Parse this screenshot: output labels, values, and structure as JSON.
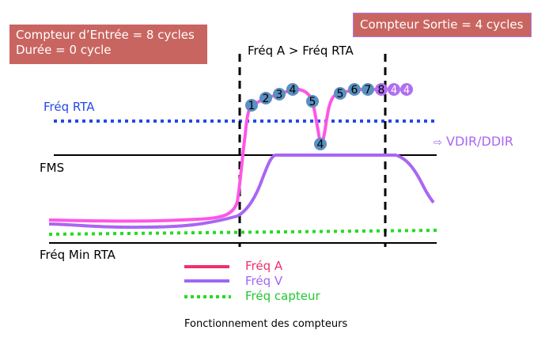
{
  "counters": {
    "input_line1": "Compteur d’Entrée = 8 cycles",
    "input_line2": "Durée = 0 cycle",
    "output": "Compteur Sortie = 4 cycles"
  },
  "labels": {
    "condition": "Fréq A > Fréq RTA",
    "freq_rta": "Fréq RTA",
    "fms": "FMS",
    "freq_min_rta": "Fréq Min RTA",
    "vdir": "VDIR/DDIR",
    "vdir_arrow": "⇨"
  },
  "markers": {
    "blue": [
      "1",
      "2",
      "3",
      "4",
      "5",
      "4",
      "5",
      "6",
      "7",
      "8"
    ],
    "purple": [
      "4",
      "4"
    ]
  },
  "legend": [
    {
      "label": "Fréq A",
      "color": "#f0306a"
    },
    {
      "label": "Fréq V",
      "color": "#a066f0"
    },
    {
      "label": "Fréq capteur",
      "color": "#22c832"
    }
  ],
  "caption": "Fonctionnement des compteurs",
  "colors": {
    "freq_a": "#ff55e6",
    "freq_v": "#a966f2",
    "capteur": "#22dd22",
    "rta": "#2448e8",
    "marker": "#5b8fc0",
    "marker_out": "#b06ef0",
    "box": "#c96560"
  }
}
